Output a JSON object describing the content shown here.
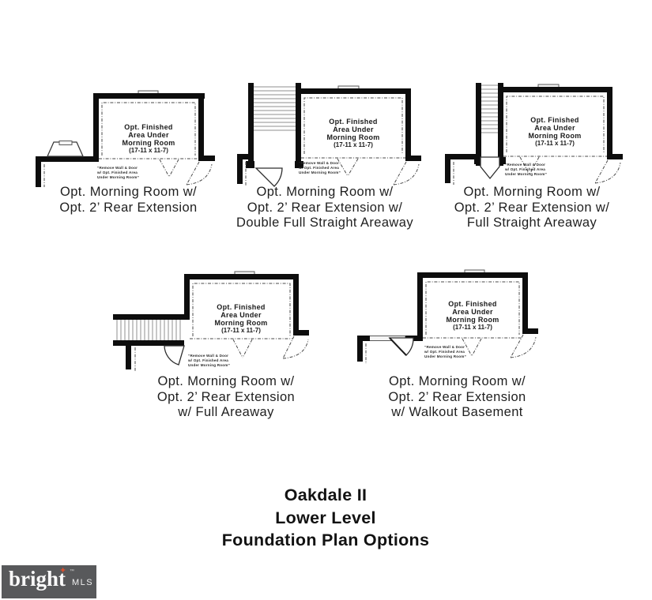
{
  "room": {
    "l1": "Opt. Finished",
    "l2": "Area Under",
    "l3": "Morning Room",
    "dims": "(17-11 x 11-7)"
  },
  "note": {
    "l1": "“Remove Wall & Door",
    "l2": "w/ Opt. Finished Area",
    "l3": "Under Morning Room”"
  },
  "plans": [
    {
      "cap1": "Opt. Morning Room w/",
      "cap2": "Opt. 2’ Rear Extension"
    },
    {
      "cap1": "Opt. Morning Room w/",
      "cap2": "Opt. 2’ Rear Extension w/",
      "cap3": "Double Full Straight Areaway"
    },
    {
      "cap1": "Opt. Morning Room w/",
      "cap2": "Opt. 2’ Rear Extension w/",
      "cap3": "Full Straight Areaway"
    },
    {
      "cap1": "Opt. Morning Room w/",
      "cap2": "Opt. 2’ Rear Extension",
      "cap3": "w/ Full Areaway"
    },
    {
      "cap1": "Opt. Morning Room w/",
      "cap2": "Opt. 2’ Rear Extension",
      "cap3": "w/ Walkout Basement"
    }
  ],
  "title": {
    "l1": "Oakdale II",
    "l2": "Lower Level",
    "l3": "Foundation Plan Options"
  },
  "logo": {
    "brand": "bright",
    "tm": "™",
    "suffix": "MLS",
    "star": "✦"
  },
  "colors": {
    "wall": "#0d0d0d",
    "logo_background": "#58595b",
    "logo_accent": "#d8502f",
    "caption_text": "#1f1f1f"
  }
}
